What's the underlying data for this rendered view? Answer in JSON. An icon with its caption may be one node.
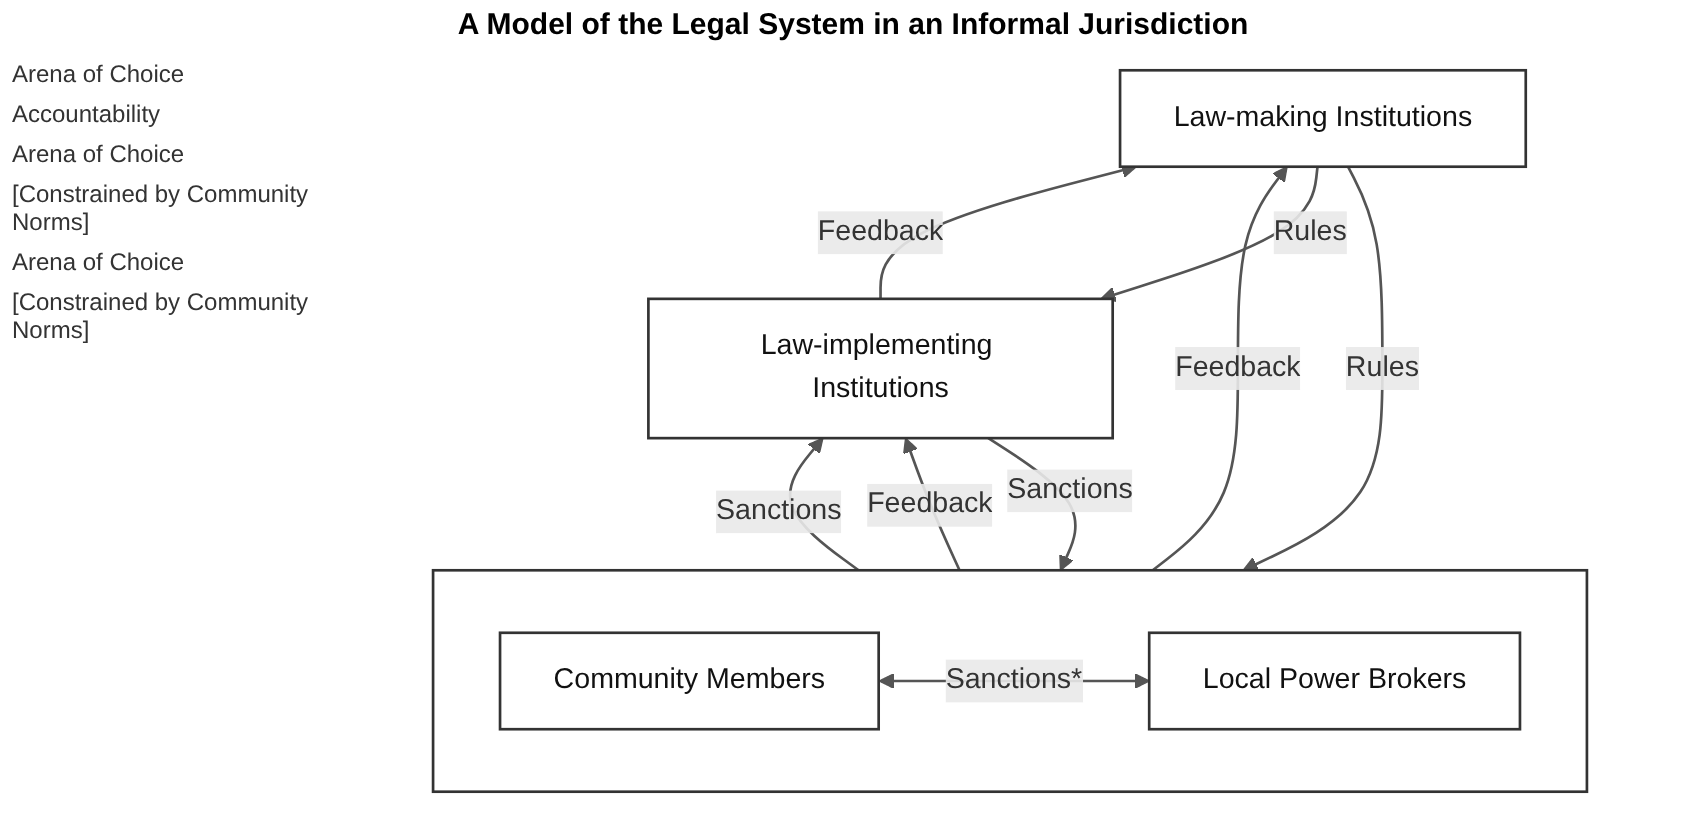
{
  "diagram": {
    "title": "A Model of the Legal System in an Informal Jurisdiction",
    "nodes": [
      {
        "text": [
          "Law-making Institutions"
        ]
      },
      {
        "text": [
          "Law-implementing Institutions"
        ]
      },
      {
        "text": [],
        "shape": "box"
      },
      {
        "text": [
          "Community Members"
        ],
        "in": 2
      },
      {
        "text": [
          "Local Power Brokers"
        ],
        "in": 2
      }
    ],
    "edges": [
      {
        "from": 1,
        "to": 0,
        "arrow": "to",
        "label": "Feedback"
      },
      {
        "from": 0,
        "to": 1,
        "arrow": "to",
        "label": "Rules"
      },
      {
        "from": 0,
        "to": 2,
        "arrow": "to",
        "label": "Rules"
      },
      {
        "from": 2,
        "to": 1,
        "arrow": "to",
        "label": "Sanctions"
      },
      {
        "from": 1,
        "to": 2,
        "arrow": "to",
        "label": "Sanctions"
      },
      {
        "from": 3,
        "to": 4,
        "arrow": "both",
        "label": "Sanctions*"
      },
      {
        "from": 2,
        "to": 0,
        "arrow": "to",
        "label": "Feedback"
      },
      {
        "from": 2,
        "to": 1,
        "arrow": "to",
        "label": "Feedback"
      }
    ],
    "labels": [
      "Arena of Choice",
      "Accountability",
      "Arena of Choice",
      "[Constrained by Community Norms]",
      "Arena of Choice",
      "[Constrained by Community Norms]"
    ]
  }
}
